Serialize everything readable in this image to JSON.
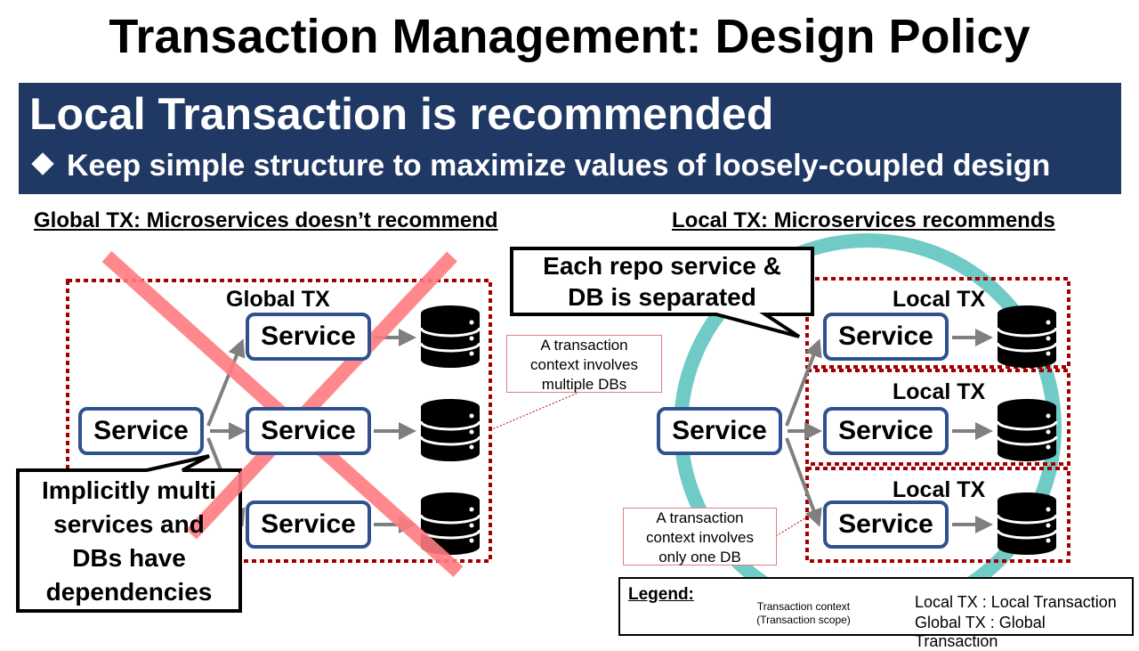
{
  "title": "Transaction Management: Design Policy",
  "banner": {
    "headline": "Local Transaction is recommended",
    "bullet": "Keep simple structure to maximize values of loosely-coupled design"
  },
  "left": {
    "heading": "Global TX: Microservices doesn’t recommend",
    "tx_label": "Global TX",
    "services": [
      "Service",
      "Service",
      "Service",
      "Service"
    ],
    "note": [
      "A transaction",
      "context involves",
      "multiple DBs"
    ],
    "callout": [
      "Implicitly multi",
      "services and",
      "DBs have",
      "dependencies"
    ]
  },
  "right": {
    "heading": "Local TX: Microservices recommends",
    "tx_labels": [
      "Local TX",
      "Local TX",
      "Local TX"
    ],
    "services": [
      "Service",
      "Service",
      "Service",
      "Service"
    ],
    "note": [
      "A transaction",
      "context involves",
      "only one DB"
    ],
    "callout": [
      "Each repo service &",
      "DB is separated"
    ]
  },
  "legend": {
    "title": "Legend:",
    "box_line1": "Transaction context",
    "box_line2": "(Transaction scope)",
    "def1": "Local TX : Local Transaction",
    "def2": "Global TX : Global Transaction"
  },
  "colors": {
    "banner": "#203864",
    "service_border": "#2f528f",
    "tx_border": "#a00000",
    "cross": "#ff7c80",
    "circle": "#70cbc6",
    "arrow": "#7f7f7f"
  }
}
